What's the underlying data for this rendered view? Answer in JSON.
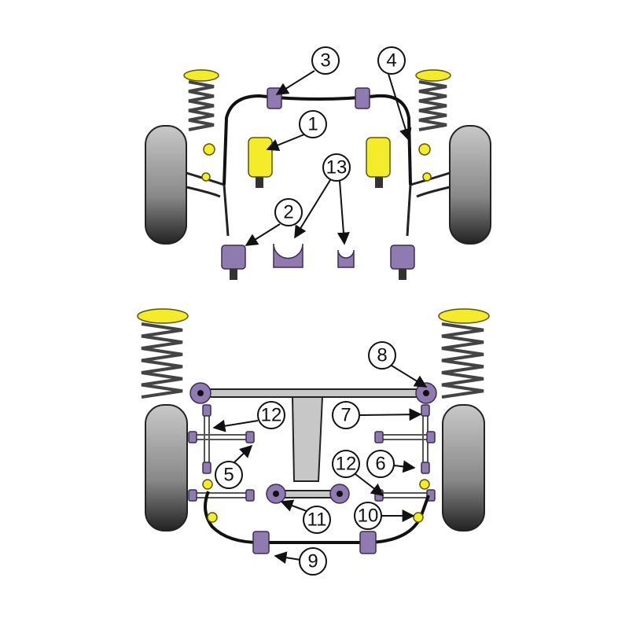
{
  "diagram": {
    "title_hidden": null,
    "callouts": {
      "c1": "1",
      "c2": "2",
      "c3": "3",
      "c4": "4",
      "c5": "5",
      "c6": "6",
      "c7": "7",
      "c8": "8",
      "c9": "9",
      "c10": "10",
      "c11": "11",
      "c12a": "12",
      "c12b": "12",
      "c13": "13"
    },
    "colors": {
      "polyurethane_yellow": "#f4ec2a",
      "bush_purple": "#8f7bb0",
      "arm_grey": "#c7c7c7",
      "tire_dark": "#555555"
    }
  }
}
